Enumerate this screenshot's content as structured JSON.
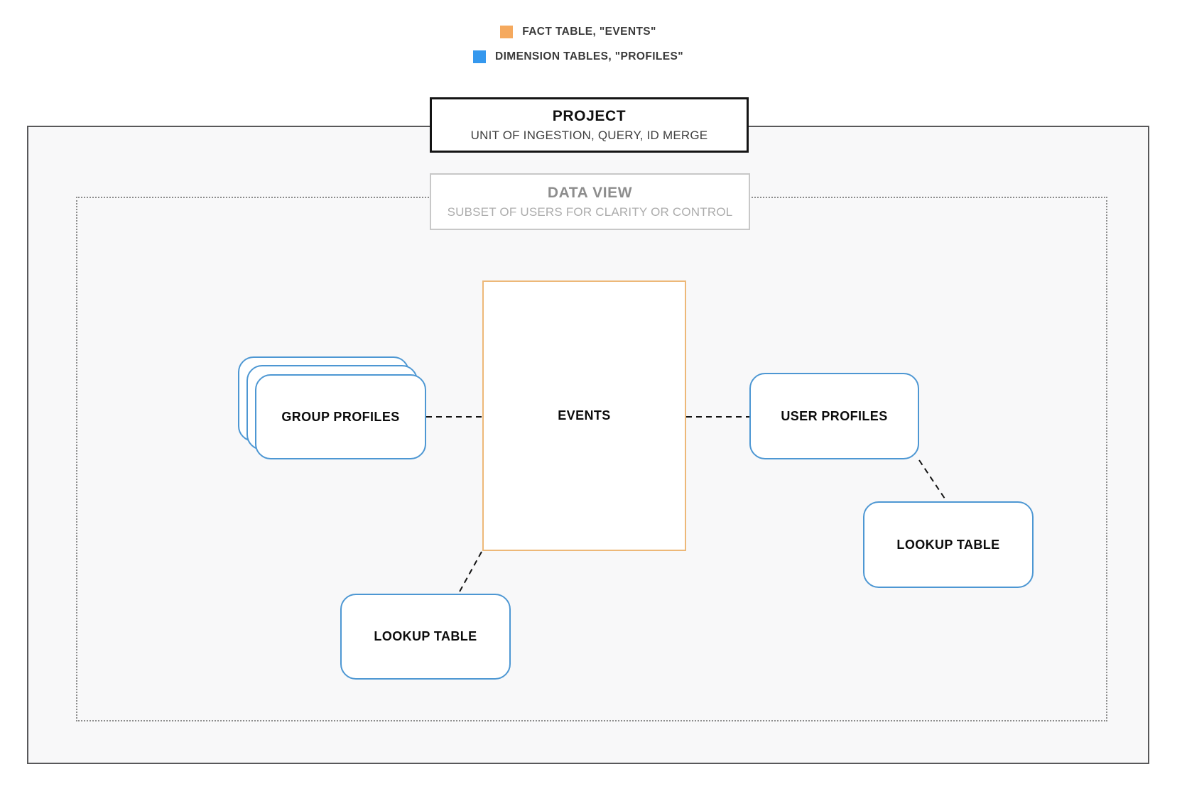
{
  "legend": {
    "items": [
      {
        "label": "FACT TABLE, \"EVENTS\"",
        "color": "#f5a95e"
      },
      {
        "label": "DIMENSION TABLES, \"PROFILES\"",
        "color": "#3598ee"
      }
    ]
  },
  "project_box": {
    "title": "PROJECT",
    "subtitle": "UNIT OF INGESTION, QUERY, ID MERGE"
  },
  "data_view_box": {
    "title": "DATA VIEW",
    "subtitle": "SUBSET OF USERS FOR CLARITY OR CONTROL"
  },
  "nodes": {
    "events": {
      "label": "EVENTS"
    },
    "group_profiles": {
      "label": "GROUP PROFILES"
    },
    "user_profiles": {
      "label": "USER PROFILES"
    },
    "lookup_right": {
      "label": "LOOKUP TABLE"
    },
    "lookup_bottom": {
      "label": "LOOKUP TABLE"
    }
  },
  "colors": {
    "fact_accent": "#f5a95e",
    "fact_border": "#edb878",
    "dimension_accent": "#3598ee",
    "dimension_border": "#4d97d3",
    "connector": "#141414",
    "outer_border": "#58585a",
    "dotted_border": "#8c8c8c"
  }
}
